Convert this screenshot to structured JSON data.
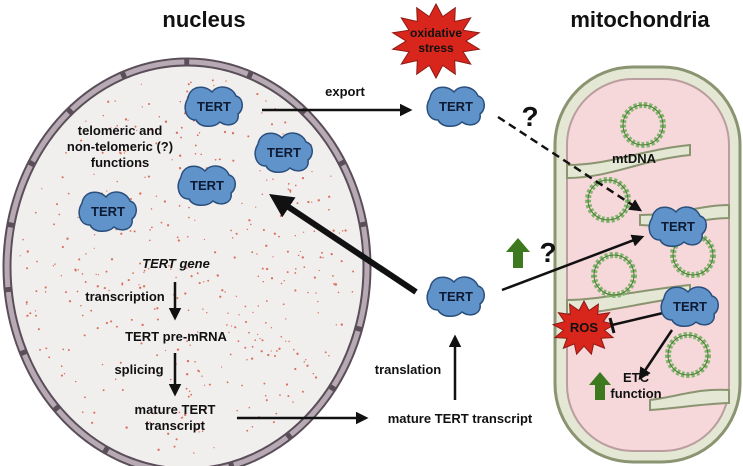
{
  "headings": {
    "nucleus": "nucleus",
    "mitochondria": "mitochondria"
  },
  "tert_label": "TERT",
  "burst": {
    "oxidative_line1": "oxidative",
    "oxidative_line2": "stress",
    "ros": "ROS"
  },
  "labels": {
    "export": "export",
    "question_1": "?",
    "question_2": "?",
    "functions_line1": "telomeric and",
    "functions_line2": "non-telomeric (?)",
    "functions_line3": "functions",
    "mtdna": "mtDNA",
    "tert_gene": "TERT gene",
    "transcription": "transcription",
    "pre_mrna": "TERT pre-mRNA",
    "splicing": "splicing",
    "mature_line1": "mature TERT",
    "mature_line2": "transcript",
    "translation": "translation",
    "mature_transcript": "mature TERT transcript",
    "etc_line1": "ETC",
    "etc_line2": "function"
  },
  "colors": {
    "tert_fill": "#5f93c9",
    "tert_stroke": "#2a4f7c",
    "burst_red": "#d9261c",
    "nucleus_fill": "#f1eeee",
    "mito_fill": "#f6d7da",
    "mito_outer": "#e3e7d4",
    "up_arrow": "#3d7a1f"
  }
}
